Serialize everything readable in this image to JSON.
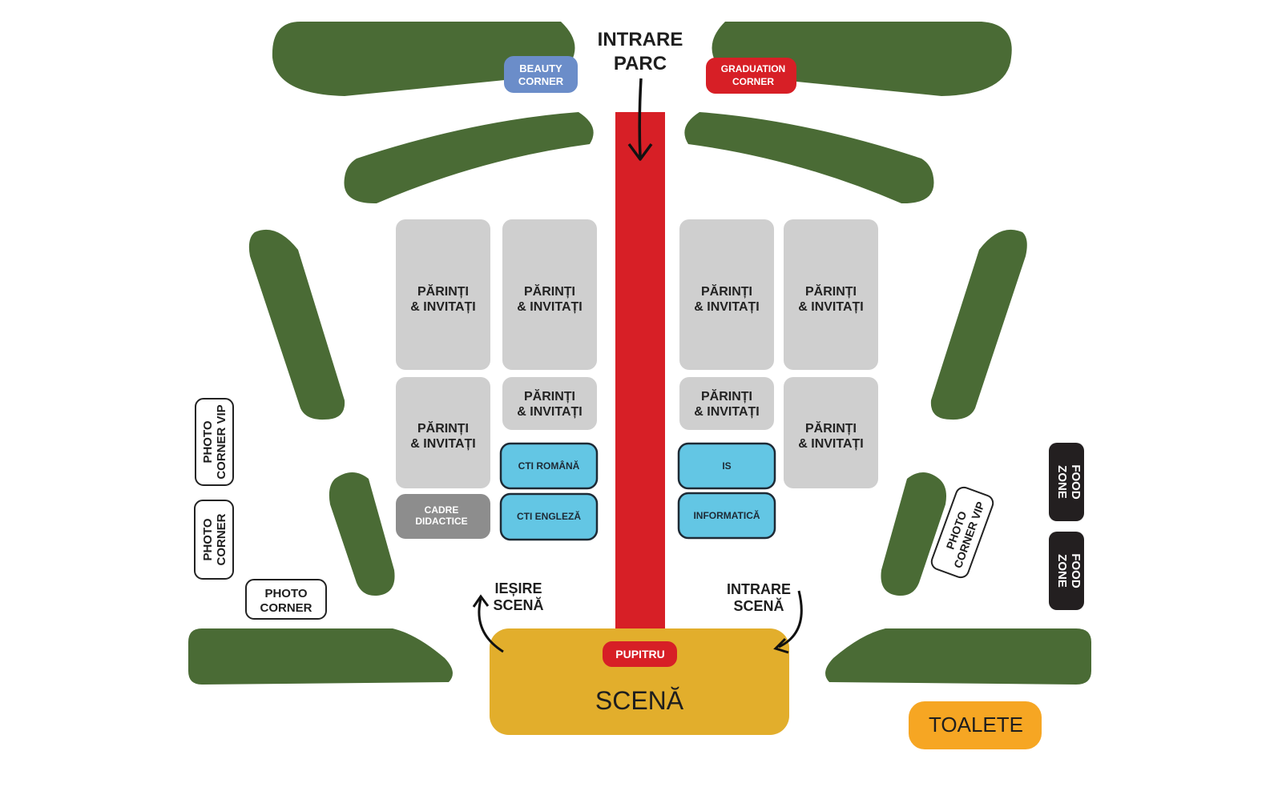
{
  "entrance": {
    "line1": "INTRARE",
    "line2": "PARC"
  },
  "corners": {
    "beauty": {
      "line1": "BEAUTY",
      "line2": "CORNER"
    },
    "graduation": {
      "line1": "GRADUATION",
      "line2": "CORNER"
    }
  },
  "seating": {
    "parents_line1": "PĂRINȚI",
    "parents_line2": "& INVITAȚI",
    "staff_line1": "CADRE",
    "staff_line2": "DIDACTICE",
    "departments": {
      "cti_romana": "CTI ROMÂNĂ",
      "cti_engleza": "CTI ENGLEZĂ",
      "is": "IS",
      "informatica": "INFORMATICĂ"
    }
  },
  "stage": {
    "exit_line1": "IEȘIRE",
    "exit_line2": "SCENĂ",
    "entry_line1": "INTRARE",
    "entry_line2": "SCENĂ",
    "lectern": "PUPITRU",
    "label": "SCENĂ"
  },
  "photo": {
    "vip_line1": "PHOTO",
    "vip_line2": "CORNER VIP",
    "corner_line1": "PHOTO",
    "corner_line2": "CORNER"
  },
  "food": {
    "line1": "FOOD",
    "line2": "ZONE"
  },
  "toilets": "TOALETE",
  "colors": {
    "greenery": "#4a6b35",
    "carpet": "#d71f26",
    "stage": "#e2ae2c",
    "toilets": "#f6a623",
    "seats": "#cfcfcf",
    "staff_seats": "#8d8d8d",
    "departments": "#63c6e4",
    "beauty": "#6b8dc9",
    "graduation": "#d71f26"
  }
}
